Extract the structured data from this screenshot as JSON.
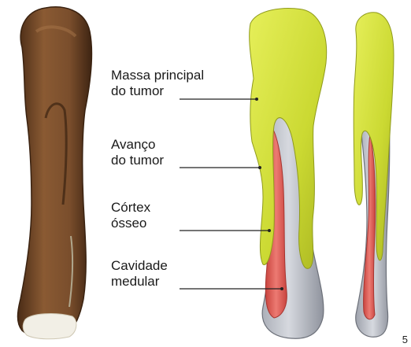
{
  "labels": {
    "main_mass_line1": "Massa principal",
    "main_mass_line2": "do tumor",
    "advance_line1": "Avanço",
    "advance_line2": "do tumor",
    "cortex_line1": "Córtex",
    "cortex_line2": "ósseo",
    "cavity_line1": "Cavidade",
    "cavity_line2": "medular"
  },
  "figure_number": "5",
  "colors": {
    "fossil_brown": "#7a4e2c",
    "tumor_yellow": "#d4e23a",
    "cortex_gray": "#c9ccd3",
    "cavity_red": "#e0605a",
    "leader_line": "#222222"
  }
}
